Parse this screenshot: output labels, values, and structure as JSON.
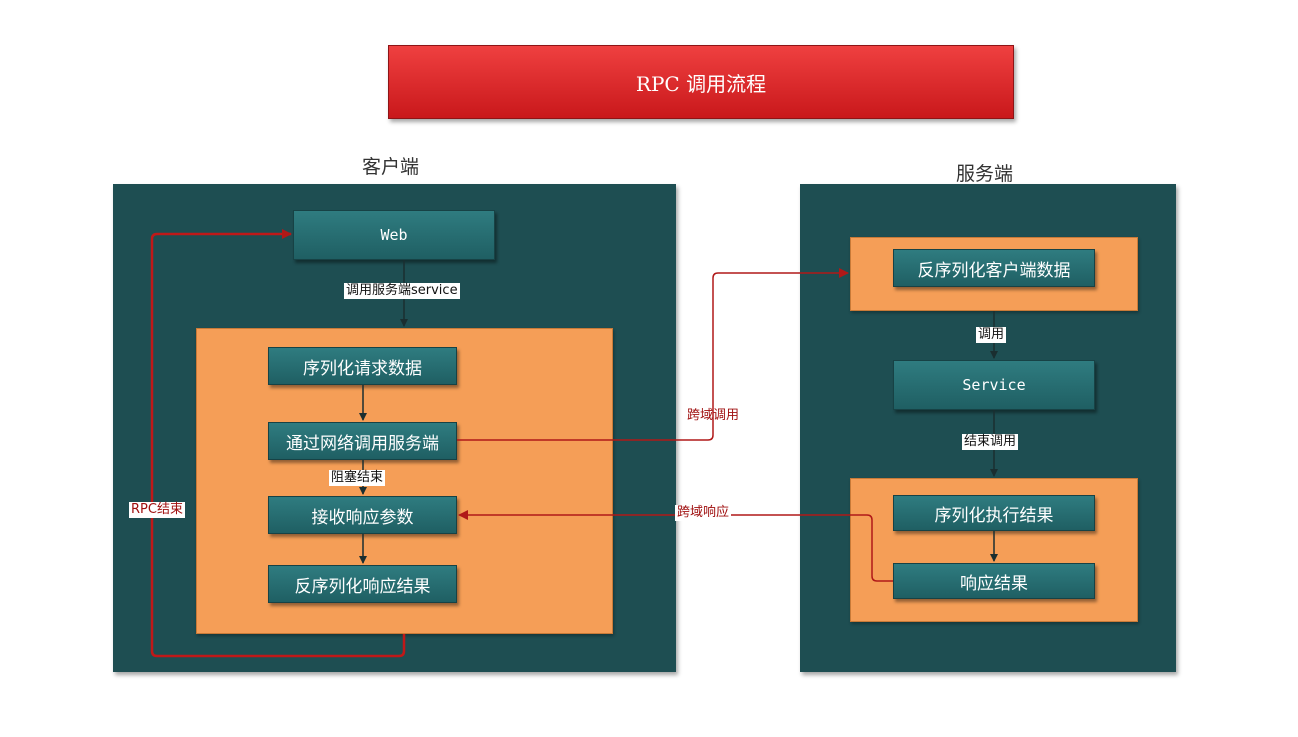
{
  "title": "RPC 调用流程",
  "client": {
    "label": "客户端",
    "web": "Web",
    "call_label": "调用服务端service",
    "steps": [
      "序列化请求数据",
      "通过网络调用服务端",
      "接收响应参数",
      "反序列化响应结果"
    ],
    "block_label": "阻塞结束",
    "rpc_end_label": "RPC结束"
  },
  "server": {
    "label": "服务端",
    "deserialize": "反序列化客户端数据",
    "invoke_label": "调用",
    "service": "Service",
    "end_call_label": "结束调用",
    "serialize_result": "序列化执行结果",
    "response_result": "响应结果"
  },
  "cross": {
    "request_label": "跨域调用",
    "response_label": "跨域响应"
  },
  "colors": {
    "title_red": "#d62a2c",
    "panel_teal": "#1e4e52",
    "node_teal": "#2a7276",
    "block_orange": "#f59e57",
    "arrow_red": "#b01818"
  }
}
